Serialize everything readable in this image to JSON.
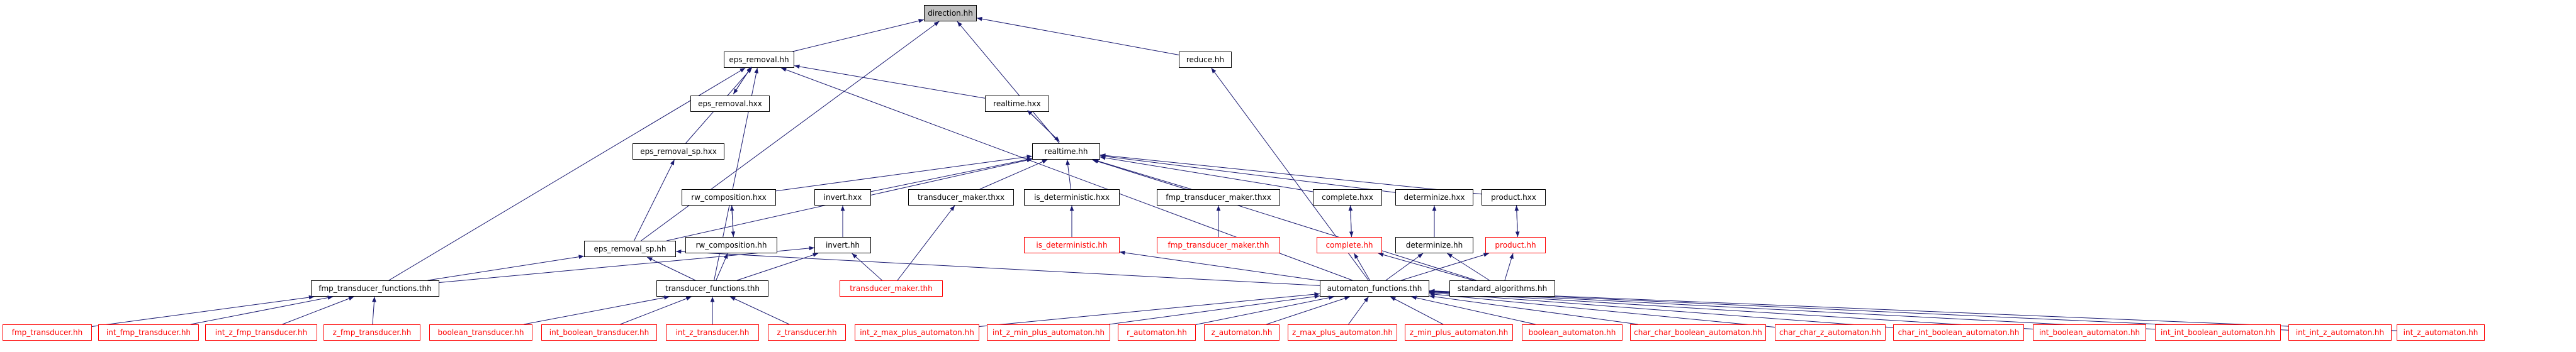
{
  "colors": {
    "edge": "#191970",
    "node_border": "#000000",
    "missing_node_border": "#ff0000",
    "root_fill": "#bfbfbf",
    "background": "#ffffff"
  },
  "nodes": [
    {
      "id": "direction_hh",
      "label": "direction.hh",
      "style": "root"
    },
    {
      "id": "eps_removal_hh",
      "label": "eps_removal.hh",
      "style": "normal"
    },
    {
      "id": "reduce_hh",
      "label": "reduce.hh",
      "style": "normal"
    },
    {
      "id": "eps_removal_hxx",
      "label": "eps_removal.hxx",
      "style": "normal"
    },
    {
      "id": "realtime_hxx",
      "label": "realtime.hxx",
      "style": "normal"
    },
    {
      "id": "eps_removal_sp_hxx",
      "label": "eps_removal_sp.hxx",
      "style": "normal"
    },
    {
      "id": "realtime_hh",
      "label": "realtime.hh",
      "style": "normal"
    },
    {
      "id": "rw_composition_hxx",
      "label": "rw_composition.hxx",
      "style": "normal"
    },
    {
      "id": "invert_hxx",
      "label": "invert.hxx",
      "style": "normal"
    },
    {
      "id": "transducer_maker_thxx",
      "label": "transducer_maker.thxx",
      "style": "normal"
    },
    {
      "id": "is_deterministic_hxx",
      "label": "is_deterministic.hxx",
      "style": "normal"
    },
    {
      "id": "fmp_transducer_maker_thxx",
      "label": "fmp_transducer_maker.thxx",
      "style": "normal"
    },
    {
      "id": "complete_hxx",
      "label": "complete.hxx",
      "style": "normal"
    },
    {
      "id": "determinize_hxx",
      "label": "determinize.hxx",
      "style": "normal"
    },
    {
      "id": "product_hxx",
      "label": "product.hxx",
      "style": "normal"
    },
    {
      "id": "rw_composition_hh",
      "label": "rw_composition.hh",
      "style": "normal"
    },
    {
      "id": "invert_hh",
      "label": "invert.hh",
      "style": "normal"
    },
    {
      "id": "is_deterministic_hh",
      "label": "is_deterministic.hh",
      "style": "missing"
    },
    {
      "id": "fmp_transducer_maker_thh",
      "label": "fmp_transducer_maker.thh",
      "style": "missing"
    },
    {
      "id": "complete_hh",
      "label": "complete.hh",
      "style": "missing"
    },
    {
      "id": "determinize_hh",
      "label": "determinize.hh",
      "style": "normal"
    },
    {
      "id": "product_hh",
      "label": "product.hh",
      "style": "missing"
    },
    {
      "id": "eps_removal_sp_hh",
      "label": "eps_removal_sp.hh",
      "style": "normal"
    },
    {
      "id": "fmp_transducer_functions_thh",
      "label": "fmp_transducer_functions.thh",
      "style": "normal"
    },
    {
      "id": "transducer_functions_thh",
      "label": "transducer_functions.thh",
      "style": "normal"
    },
    {
      "id": "transducer_maker_thh",
      "label": "transducer_maker.thh",
      "style": "missing"
    },
    {
      "id": "automaton_functions_thh",
      "label": "automaton_functions.thh",
      "style": "normal"
    },
    {
      "id": "standard_algorithms_hh",
      "label": "standard_algorithms.hh",
      "style": "normal"
    },
    {
      "id": "fmp_transducer_hh",
      "label": "fmp_transducer.hh",
      "style": "missing"
    },
    {
      "id": "int_fmp_transducer_hh",
      "label": "int_fmp_transducer.hh",
      "style": "missing"
    },
    {
      "id": "int_z_fmp_transducer_hh",
      "label": "int_z_fmp_transducer.hh",
      "style": "missing"
    },
    {
      "id": "z_fmp_transducer_hh",
      "label": "z_fmp_transducer.hh",
      "style": "missing"
    },
    {
      "id": "boolean_transducer_hh",
      "label": "boolean_transducer.hh",
      "style": "missing"
    },
    {
      "id": "int_boolean_transducer_hh",
      "label": "int_boolean_transducer.hh",
      "style": "missing"
    },
    {
      "id": "int_z_transducer_hh",
      "label": "int_z_transducer.hh",
      "style": "missing"
    },
    {
      "id": "z_transducer_hh",
      "label": "z_transducer.hh",
      "style": "missing"
    },
    {
      "id": "int_z_max_plus_automaton_hh",
      "label": "int_z_max_plus_automaton.hh",
      "style": "missing"
    },
    {
      "id": "int_z_min_plus_automaton_hh",
      "label": "int_z_min_plus_automaton.hh",
      "style": "missing"
    },
    {
      "id": "r_automaton_hh",
      "label": "r_automaton.hh",
      "style": "missing"
    },
    {
      "id": "z_automaton_hh",
      "label": "z_automaton.hh",
      "style": "missing"
    },
    {
      "id": "z_max_plus_automaton_hh",
      "label": "z_max_plus_automaton.hh",
      "style": "missing"
    },
    {
      "id": "z_min_plus_automaton_hh",
      "label": "z_min_plus_automaton.hh",
      "style": "missing"
    },
    {
      "id": "boolean_automaton_hh",
      "label": "boolean_automaton.hh",
      "style": "missing"
    },
    {
      "id": "char_char_boolean_automaton_hh",
      "label": "char_char_boolean_automaton.hh",
      "style": "missing"
    },
    {
      "id": "char_char_z_automaton_hh",
      "label": "char_char_z_automaton.hh",
      "style": "missing"
    },
    {
      "id": "char_int_boolean_automaton_hh",
      "label": "char_int_boolean_automaton.hh",
      "style": "missing"
    },
    {
      "id": "int_boolean_automaton_hh",
      "label": "int_boolean_automaton.hh",
      "style": "missing"
    },
    {
      "id": "int_int_boolean_automaton_hh",
      "label": "int_int_boolean_automaton.hh",
      "style": "missing"
    },
    {
      "id": "int_int_z_automaton_hh",
      "label": "int_int_z_automaton.hh",
      "style": "missing"
    },
    {
      "id": "int_z_automaton_hh",
      "label": "int_z_automaton.hh",
      "style": "missing"
    }
  ],
  "edges": [
    [
      "eps_removal_hh",
      "direction_hh"
    ],
    [
      "reduce_hh",
      "direction_hh"
    ],
    [
      "realtime_hh",
      "direction_hh"
    ],
    [
      "eps_removal_sp_hh",
      "direction_hh"
    ],
    [
      "eps_removal_hxx",
      "eps_removal_hh"
    ],
    [
      "eps_removal_hh",
      "eps_removal_hxx"
    ],
    [
      "realtime_hxx",
      "eps_removal_hh"
    ],
    [
      "eps_removal_sp_hxx",
      "eps_removal_hh"
    ],
    [
      "fmp_transducer_functions_thh",
      "eps_removal_hh"
    ],
    [
      "transducer_functions_thh",
      "eps_removal_hh"
    ],
    [
      "automaton_functions_thh",
      "eps_removal_hh"
    ],
    [
      "automaton_functions_thh",
      "reduce_hh"
    ],
    [
      "realtime_hh",
      "realtime_hxx"
    ],
    [
      "realtime_hxx",
      "realtime_hh"
    ],
    [
      "rw_composition_hxx",
      "realtime_hh"
    ],
    [
      "invert_hxx",
      "realtime_hh"
    ],
    [
      "transducer_maker_thxx",
      "realtime_hh"
    ],
    [
      "is_deterministic_hxx",
      "realtime_hh"
    ],
    [
      "fmp_transducer_maker_thxx",
      "realtime_hh"
    ],
    [
      "complete_hxx",
      "realtime_hh"
    ],
    [
      "determinize_hxx",
      "realtime_hh"
    ],
    [
      "product_hxx",
      "realtime_hh"
    ],
    [
      "eps_removal_sp_hh",
      "realtime_hh"
    ],
    [
      "standard_algorithms_hh",
      "realtime_hh"
    ],
    [
      "eps_removal_sp_hh",
      "eps_removal_sp_hxx"
    ],
    [
      "rw_composition_hxx",
      "rw_composition_hh"
    ],
    [
      "rw_composition_hh",
      "rw_composition_hxx"
    ],
    [
      "invert_hh",
      "invert_hxx"
    ],
    [
      "transducer_maker_thh",
      "transducer_maker_thxx"
    ],
    [
      "is_deterministic_hh",
      "is_deterministic_hxx"
    ],
    [
      "fmp_transducer_maker_thh",
      "fmp_transducer_maker_thxx"
    ],
    [
      "complete_hxx",
      "complete_hh"
    ],
    [
      "complete_hh",
      "complete_hxx"
    ],
    [
      "determinize_hh",
      "determinize_hxx"
    ],
    [
      "product_hxx",
      "product_hh"
    ],
    [
      "product_hh",
      "product_hxx"
    ],
    [
      "transducer_functions_thh",
      "rw_composition_hh"
    ],
    [
      "fmp_transducer_functions_thh",
      "invert_hh"
    ],
    [
      "transducer_functions_thh",
      "invert_hh"
    ],
    [
      "transducer_maker_thh",
      "invert_hh"
    ],
    [
      "automaton_functions_thh",
      "is_deterministic_hh"
    ],
    [
      "automaton_functions_thh",
      "complete_hh"
    ],
    [
      "standard_algorithms_hh",
      "complete_hh"
    ],
    [
      "automaton_functions_thh",
      "determinize_hh"
    ],
    [
      "standard_algorithms_hh",
      "determinize_hh"
    ],
    [
      "automaton_functions_thh",
      "product_hh"
    ],
    [
      "standard_algorithms_hh",
      "product_hh"
    ],
    [
      "fmp_transducer_functions_thh",
      "eps_removal_sp_hh"
    ],
    [
      "transducer_functions_thh",
      "eps_removal_sp_hh"
    ],
    [
      "automaton_functions_thh",
      "eps_removal_sp_hh"
    ],
    [
      "fmp_transducer_hh",
      "fmp_transducer_functions_thh"
    ],
    [
      "int_fmp_transducer_hh",
      "fmp_transducer_functions_thh"
    ],
    [
      "int_z_fmp_transducer_hh",
      "fmp_transducer_functions_thh"
    ],
    [
      "z_fmp_transducer_hh",
      "fmp_transducer_functions_thh"
    ],
    [
      "boolean_transducer_hh",
      "transducer_functions_thh"
    ],
    [
      "int_boolean_transducer_hh",
      "transducer_functions_thh"
    ],
    [
      "int_z_transducer_hh",
      "transducer_functions_thh"
    ],
    [
      "z_transducer_hh",
      "transducer_functions_thh"
    ],
    [
      "int_z_max_plus_automaton_hh",
      "automaton_functions_thh"
    ],
    [
      "int_z_min_plus_automaton_hh",
      "automaton_functions_thh"
    ],
    [
      "r_automaton_hh",
      "automaton_functions_thh"
    ],
    [
      "z_automaton_hh",
      "automaton_functions_thh"
    ],
    [
      "z_max_plus_automaton_hh",
      "automaton_functions_thh"
    ],
    [
      "z_min_plus_automaton_hh",
      "automaton_functions_thh"
    ],
    [
      "boolean_automaton_hh",
      "automaton_functions_thh"
    ],
    [
      "char_char_boolean_automaton_hh",
      "automaton_functions_thh"
    ],
    [
      "char_char_z_automaton_hh",
      "automaton_functions_thh"
    ],
    [
      "char_int_boolean_automaton_hh",
      "automaton_functions_thh"
    ],
    [
      "int_boolean_automaton_hh",
      "automaton_functions_thh"
    ],
    [
      "int_int_boolean_automaton_hh",
      "automaton_functions_thh"
    ],
    [
      "int_int_z_automaton_hh",
      "automaton_functions_thh"
    ],
    [
      "int_z_automaton_hh",
      "automaton_functions_thh"
    ]
  ]
}
